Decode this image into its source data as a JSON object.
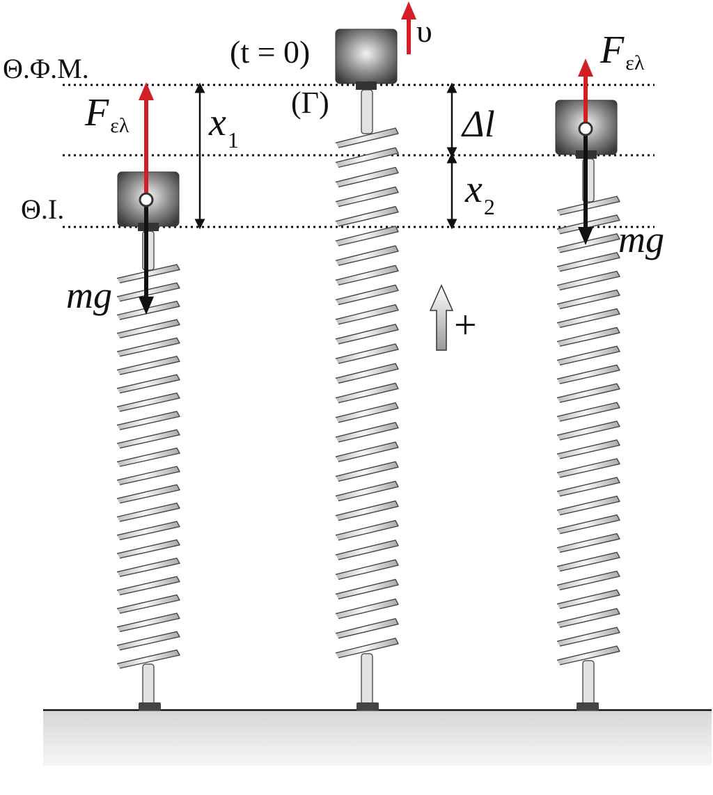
{
  "labels": {
    "natural_length": "Θ.Φ.Μ.",
    "equilibrium": "Θ.Ι.",
    "time_zero": "(t = 0)",
    "body": "(Γ)",
    "velocity": "υ",
    "elastic_force": "F",
    "elastic_force_sub": "ελ",
    "weight": "mg",
    "x1": "x",
    "x1_sub": "1",
    "x2": "x",
    "x2_sub": "2",
    "delta_l": "Δl",
    "positive_dir": "+"
  },
  "colors": {
    "force_up": "#d21f26",
    "force_down": "#111111",
    "block": "#4a4a4a",
    "spring": "#d4d4d4",
    "ground": "#dcdcdc"
  }
}
